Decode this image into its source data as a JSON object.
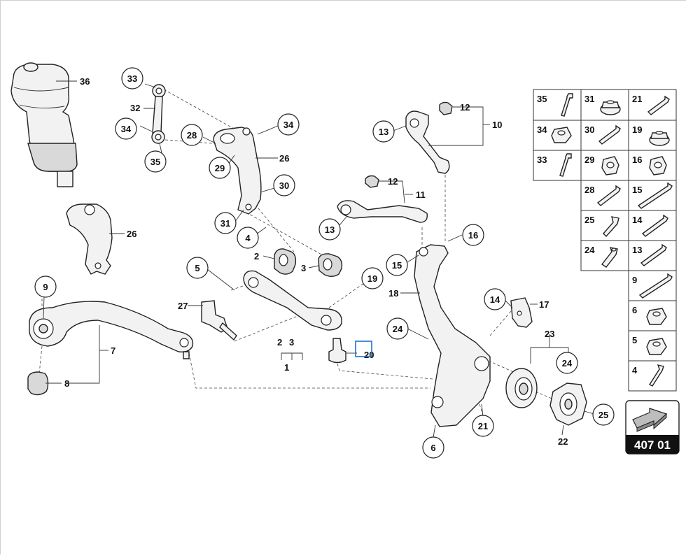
{
  "diagram": {
    "callouts": [
      {
        "id": "c33a",
        "label": "33"
      },
      {
        "id": "c34a",
        "label": "34"
      },
      {
        "id": "c35a",
        "label": "35"
      },
      {
        "id": "c28",
        "label": "28"
      },
      {
        "id": "c29",
        "label": "29"
      },
      {
        "id": "c34b",
        "label": "34"
      },
      {
        "id": "c30",
        "label": "30"
      },
      {
        "id": "c31",
        "label": "31"
      },
      {
        "id": "c4",
        "label": "4"
      },
      {
        "id": "c5",
        "label": "5"
      },
      {
        "id": "c9",
        "label": "9"
      },
      {
        "id": "c19",
        "label": "19"
      },
      {
        "id": "c13a",
        "label": "13"
      },
      {
        "id": "c13b",
        "label": "13"
      },
      {
        "id": "c16",
        "label": "16"
      },
      {
        "id": "c15",
        "label": "15"
      },
      {
        "id": "c14",
        "label": "14"
      },
      {
        "id": "c24a",
        "label": "24"
      },
      {
        "id": "c24b",
        "label": "24"
      },
      {
        "id": "c21",
        "label": "21"
      },
      {
        "id": "c6",
        "label": "6"
      },
      {
        "id": "c25",
        "label": "25"
      }
    ],
    "labels": [
      {
        "id": "l36",
        "label": "36"
      },
      {
        "id": "l32",
        "label": "32"
      },
      {
        "id": "l26a",
        "label": "26"
      },
      {
        "id": "l26b",
        "label": "26"
      },
      {
        "id": "l12a",
        "label": "12"
      },
      {
        "id": "l10",
        "label": "10"
      },
      {
        "id": "l12b",
        "label": "12"
      },
      {
        "id": "l11",
        "label": "11"
      },
      {
        "id": "l2a",
        "label": "2"
      },
      {
        "id": "l3a",
        "label": "3"
      },
      {
        "id": "l27",
        "label": "27"
      },
      {
        "id": "l2b",
        "label": "2"
      },
      {
        "id": "l3b",
        "label": "3"
      },
      {
        "id": "l1",
        "label": "1"
      },
      {
        "id": "l20",
        "label": "20"
      },
      {
        "id": "l7",
        "label": "7"
      },
      {
        "id": "l8",
        "label": "8"
      },
      {
        "id": "l18",
        "label": "18"
      },
      {
        "id": "l17",
        "label": "17"
      },
      {
        "id": "l23",
        "label": "23"
      },
      {
        "id": "l22",
        "label": "22"
      }
    ],
    "hardware_table": [
      {
        "label": "35",
        "icon": "bolt-icon"
      },
      {
        "label": "31",
        "icon": "flange-nut-icon"
      },
      {
        "label": "21",
        "icon": "bolt-icon"
      },
      {
        "label": "34",
        "icon": "hex-nut-icon"
      },
      {
        "label": "30",
        "icon": "bolt-icon"
      },
      {
        "label": "19",
        "icon": "flange-nut-icon"
      },
      {
        "label": "33",
        "icon": "bolt-icon"
      },
      {
        "label": "29",
        "icon": "sleeve-nut-icon"
      },
      {
        "label": "16",
        "icon": "sleeve-nut-icon"
      },
      {
        "label": "28",
        "icon": "bolt-icon"
      },
      {
        "label": "15",
        "icon": "long-bolt-icon"
      },
      {
        "label": "25",
        "icon": "bolt-icon"
      },
      {
        "label": "14",
        "icon": "bolt-icon"
      },
      {
        "label": "24",
        "icon": "socket-bolt-icon"
      },
      {
        "label": "13",
        "icon": "bolt-icon"
      },
      {
        "label": "9",
        "icon": "long-bolt-icon"
      },
      {
        "label": "6",
        "icon": "hex-nut-icon"
      },
      {
        "label": "5",
        "icon": "hex-nut-icon"
      },
      {
        "label": "4",
        "icon": "bolt-icon"
      }
    ],
    "badge": {
      "code": "407 01",
      "icon": "arrow-icon"
    },
    "highlight_color": "#1f6fd1"
  }
}
